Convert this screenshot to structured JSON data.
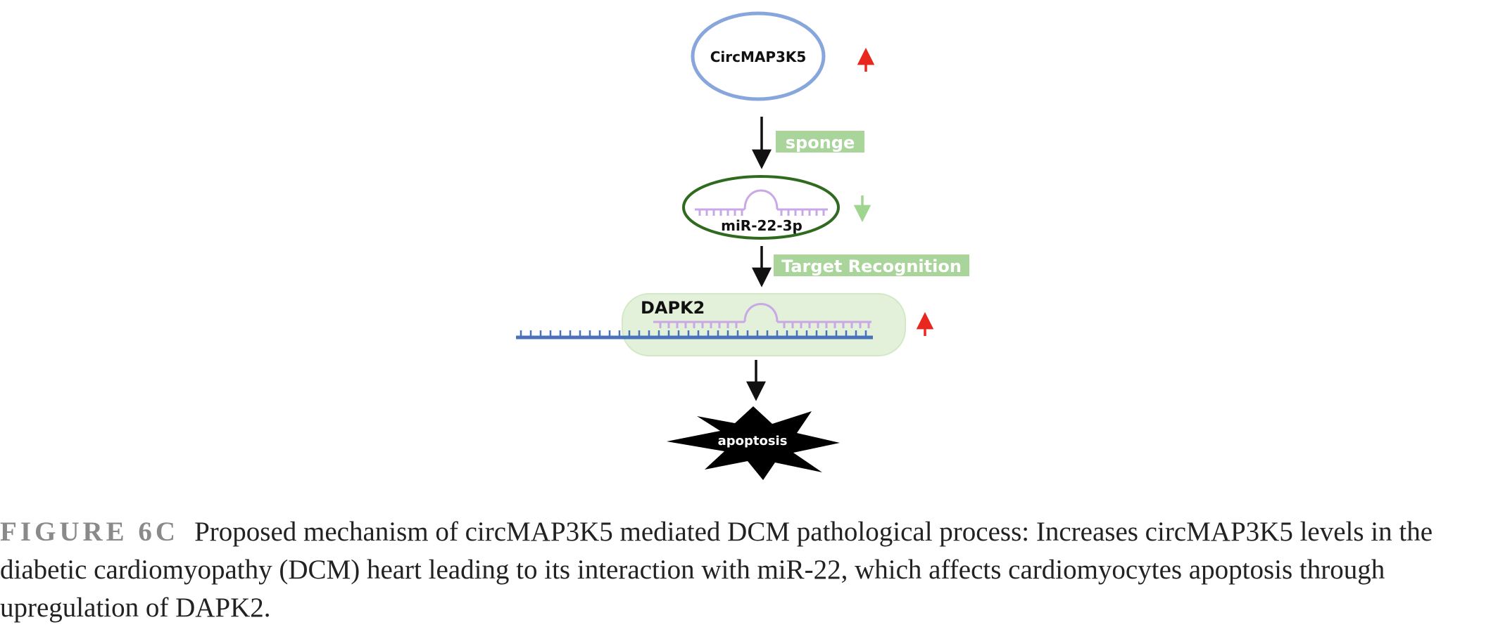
{
  "diagram": {
    "circ_label": "CircMAP3K5",
    "sponge_label": "sponge",
    "mirna_label": "miR-22-3p",
    "target_label": "Target Recognition",
    "gene_label": "DAPK2",
    "apoptosis_label": "apoptosis",
    "colors": {
      "circ_outline": "#87a6dc",
      "mirna_outline": "#2f6b1e",
      "label_box": "#a9d49a",
      "mirna_strand": "#c9a8e6",
      "mrna_strand": "#4a72b8",
      "gene_box_fill": "#e3f1da",
      "up_arrow": "#e8271f",
      "down_arrow": "#9fd58f",
      "burst": "#000000"
    },
    "icons": {
      "circ_change": "up-arrow-icon",
      "mirna_change": "down-arrow-icon",
      "gene_change": "up-arrow-icon"
    }
  },
  "caption": {
    "label": "FIGURE 6C",
    "text": "Proposed mechanism of circMAP3K5 mediated DCM pathological process: Increases circMAP3K5 levels in the diabetic cardiomyopathy (DCM) heart leading to its interaction with miR-22, which affects cardiomyocytes apoptosis through upregulation of DAPK2."
  }
}
